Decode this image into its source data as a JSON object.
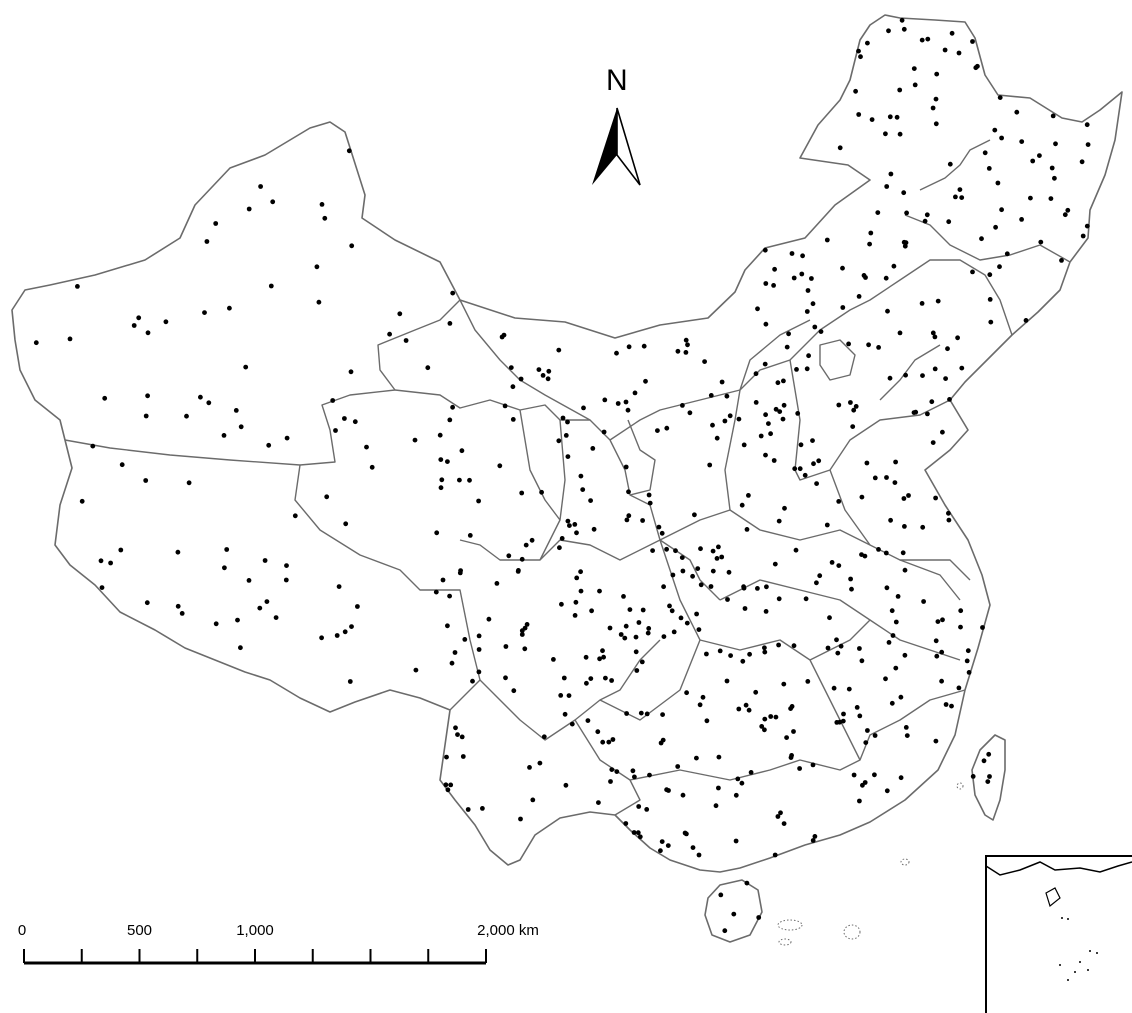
{
  "north_arrow": {
    "label": "N"
  },
  "scale_bar": {
    "ticks": [
      {
        "label": "0",
        "km": 0
      },
      {
        "label": "500",
        "km": 500
      },
      {
        "label": "1,000",
        "km": 1000
      },
      {
        "label": "2,000 km",
        "km": 2000
      }
    ],
    "minor_ticks_km": [
      250,
      750,
      1250,
      1500,
      1750
    ]
  },
  "map": {
    "point_color": "#000000",
    "border_color": "#6b6b6b",
    "background": "#ffffff"
  }
}
